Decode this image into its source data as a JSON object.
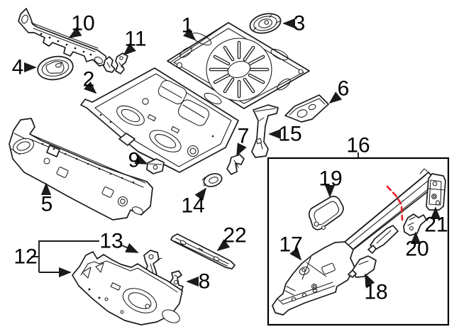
{
  "diagram": {
    "kind": "exploded-parts-line-diagram",
    "colors": {
      "background": "#ffffff",
      "line_art": "#1b1b1b",
      "callout_text": "#000000",
      "group_box_border": "#000000",
      "highlight_dashed_line": "#ec1c24"
    },
    "callouts": [
      {
        "label": "1"
      },
      {
        "label": "2"
      },
      {
        "label": "3"
      },
      {
        "label": "4"
      },
      {
        "label": "5"
      },
      {
        "label": "6"
      },
      {
        "label": "7"
      },
      {
        "label": "8"
      },
      {
        "label": "9"
      },
      {
        "label": "10"
      },
      {
        "label": "11"
      },
      {
        "label": "12"
      },
      {
        "label": "13"
      },
      {
        "label": "14"
      },
      {
        "label": "15"
      },
      {
        "label": "16"
      },
      {
        "label": "17"
      },
      {
        "label": "18"
      },
      {
        "label": "19"
      },
      {
        "label": "20"
      },
      {
        "label": "21"
      },
      {
        "label": "22"
      }
    ]
  }
}
